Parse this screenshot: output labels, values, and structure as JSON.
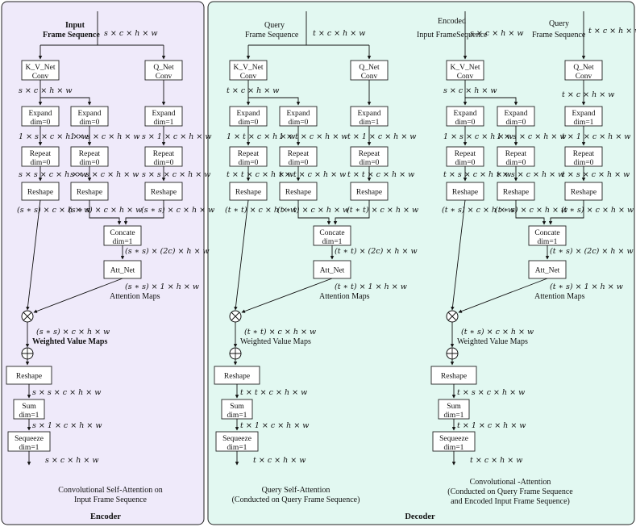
{
  "panels": {
    "encoder": {
      "title": "Encoder",
      "caption": [
        "Convolutional Self-Attention on",
        "Input Frame Sequence"
      ],
      "input_label": [
        "Input",
        "Frame Sequence"
      ],
      "input_dims": "s × c × h × w",
      "kv_box": [
        "K_V_Net",
        "Conv"
      ],
      "q_box": [
        "Q_Net",
        "Conv"
      ],
      "kv_out_dims": "s × c × h × w",
      "expand_a": [
        "Expand",
        "dim=0"
      ],
      "expand_b": [
        "Expand",
        "dim=0"
      ],
      "expand_c": [
        "Expand",
        "dim=1"
      ],
      "expand_a_dims": "1 × s × c × h × w",
      "expand_b_dims": "1 × s × c × h × w",
      "expand_c_dims": "s × 1 × c × h × w",
      "repeat_a": [
        "Repeat",
        "dim=0"
      ],
      "repeat_b": [
        "Repeat",
        "dim=0"
      ],
      "repeat_c": [
        "Repeat",
        "dim=0"
      ],
      "repeat_a_dims": "s × s × c × h × w",
      "repeat_b_dims": "s × s × c × h × w",
      "repeat_c_dims": "s × s × c × h × w",
      "reshape_a": "Reshape",
      "reshape_b": "Reshape",
      "reshape_c": "Reshape",
      "reshape_a_dims": "(s ∗ s) × c × h × w",
      "reshape_b_dims": "(s ∗ s) × c × h × w",
      "reshape_c_dims": "(s ∗ s) × c × h × w",
      "concat": [
        "Concate",
        "dim=1"
      ],
      "concat_dims": "(s ∗ s) × (2c) × h × w",
      "att_net": "Att_Net",
      "att_dims": "(s ∗ s) × 1 × h × w",
      "att_maps_label": "Attention Maps",
      "weighted_dims": "(s ∗ s) × c × h × w",
      "weighted_label": "Weighted Value Maps",
      "reshape_d": "Reshape",
      "reshape_d_dims": "s × s × c × h × w",
      "sum": [
        "Sum",
        "dim=1"
      ],
      "sum_dims": "s × 1 × c × h × w",
      "squeeze": [
        "Sequeeze",
        "dim=1"
      ],
      "squeeze_dims": "s × c × h × w"
    },
    "decoder_self": {
      "caption": [
        "Query Self-Attention",
        "(Conducted on Query Frame Sequence)"
      ],
      "input_label": [
        "Query",
        "Frame Sequence"
      ],
      "input_dims": "t × c × h × w",
      "kv_box": [
        "K_V_Net",
        "Conv"
      ],
      "q_box": [
        "Q_Net",
        "Conv"
      ],
      "kv_out_dims": "t × c × h × w",
      "expand_a": [
        "Expand",
        "dim=0"
      ],
      "expand_b": [
        "Expand",
        "dim=0"
      ],
      "expand_c": [
        "Expand",
        "dim=1"
      ],
      "expand_a_dims": "1 × t × c × h × w",
      "expand_b_dims": "1 × t × c × h × w",
      "expand_c_dims": "t × 1 × c × h × w",
      "repeat_a": [
        "Repeat",
        "dim=0"
      ],
      "repeat_b": [
        "Repeat",
        "dim=0"
      ],
      "repeat_c": [
        "Repeat",
        "dim=0"
      ],
      "repeat_a_dims": "t × t × c × h × w",
      "repeat_b_dims": "t × t × c × h × w",
      "repeat_c_dims": "t × t × c × h × w",
      "reshape_a": "Reshape",
      "reshape_b": "Reshape",
      "reshape_c": "Reshape",
      "reshape_a_dims": "(t ∗ t) × c × h × w",
      "reshape_b_dims": "(t ∗ t) × c × h × w",
      "reshape_c_dims": "(t ∗ t) × c × h × w",
      "concat": [
        "Concate",
        "dim=1"
      ],
      "concat_dims": "(t ∗ t) × (2c) × h × w",
      "att_net": "Att_Net",
      "att_dims": "(t ∗ t) × 1 × h × w",
      "att_maps_label": "Attention Maps",
      "weighted_dims": "(t ∗ t) × c × h × w",
      "weighted_label": "Weighted Value Maps",
      "reshape_d": "Reshape",
      "reshape_d_dims": "t × t × c × h × w",
      "sum": [
        "Sum",
        "dim=1"
      ],
      "sum_dims": "t × 1 × c × h × w",
      "squeeze": [
        "Sequeeze",
        "dim=1"
      ],
      "squeeze_dims": "t × c × h × w"
    },
    "decoder_cross": {
      "caption": [
        "Convolutional -Attention",
        "(Conducted on Query Frame Sequence",
        "and Encoded Input Frame Sequence)"
      ],
      "input_label": [
        "Encoded",
        "Input FrameSequence"
      ],
      "input_dims": "s × c × h × w",
      "query_label": [
        "Query",
        "Frame Sequence"
      ],
      "query_dims": "t × c × h × w",
      "kv_box": [
        "K_V_Net",
        "Conv"
      ],
      "q_box": [
        "Q_Net",
        "Conv"
      ],
      "kv_out_dims": "s × c × h × w",
      "q_out_dims": "t × c × h × w",
      "expand_a": [
        "Expand",
        "dim=0"
      ],
      "expand_b": [
        "Expand",
        "dim=0"
      ],
      "expand_c": [
        "Expand",
        "dim=1"
      ],
      "expand_a_dims": "1 × s × c × h × w",
      "expand_b_dims": "1 × s × c × h × w",
      "expand_c_dims": "t × 1 × c × h × w",
      "repeat_a": [
        "Repeat",
        "dim=0"
      ],
      "repeat_b": [
        "Repeat",
        "dim=0"
      ],
      "repeat_c": [
        "Repeat",
        "dim=0"
      ],
      "repeat_a_dims": "t × s × c × h × w",
      "repeat_b_dims": "t × s × c × h × w",
      "repeat_c_dims": "t × s × c × h × w",
      "reshape_a": "Reshape",
      "reshape_b": "Reshape",
      "reshape_c": "Reshape",
      "reshape_a_dims": "(t ∗ s) × c × h × w",
      "reshape_b_dims": "(t ∗ s) × c × h × w",
      "reshape_c_dims": "(t ∗ s) × c × h × w",
      "concat": [
        "Concate",
        "dim=1"
      ],
      "concat_dims": "(t ∗ s) × (2c) × h × w",
      "att_net": "Att_Net",
      "att_dims": "(t ∗ s) × 1 × h × w",
      "att_maps_label": "Attention Maps",
      "weighted_dims": "(t ∗ s) × c × h × w",
      "weighted_label": "Weighted Value Maps",
      "reshape_d": "Reshape",
      "reshape_d_dims": "t × s × c × h × w",
      "sum": [
        "Sum",
        "dim=1"
      ],
      "sum_dims": "t × 1 × c × h × w",
      "squeeze": [
        "Sequeeze",
        "dim=1"
      ],
      "squeeze_dims": "t × c × h × w"
    },
    "decoder_title": "Decoder"
  },
  "colors": {
    "encoder_panel": "#efeafa",
    "decoder_panel": "#e2f8f1",
    "line": "#111111"
  }
}
